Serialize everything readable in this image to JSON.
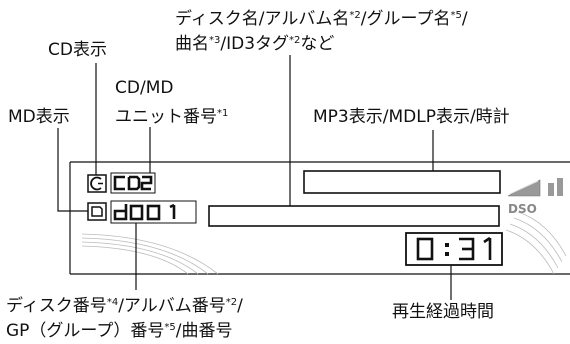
{
  "labels": {
    "disc_name_line1": "ディスク名/アルバム名",
    "disc_name_line1_sup1": "*2",
    "disc_name_line1_b": "/グループ名",
    "disc_name_line1_sup2": "*5",
    "disc_name_line1_c": "/",
    "disc_name_line2_a": "曲名",
    "disc_name_line2_sup1": "*3",
    "disc_name_line2_b": "/ID3タグ",
    "disc_name_line2_sup2": "*2",
    "disc_name_line2_c": "など",
    "cd_indicator": "CD表示",
    "cdmd_line1": "CD/MD",
    "cdmd_line2": "ユニット番号",
    "cdmd_sup": "*1",
    "md_indicator": "MD表示",
    "mp3_indicator": "MP3表示/MDLP表示/時計",
    "disc_number_line1_a": "ディスク番号",
    "disc_number_line1_sup1": "*4",
    "disc_number_line1_b": "/アルバム番号",
    "disc_number_line1_sup2": "*2",
    "disc_number_line1_c": "/",
    "disc_number_line2_a": "GP（グループ）番号",
    "disc_number_line2_sup": "*5",
    "disc_number_line2_b": "/曲番号",
    "elapsed_time": "再生経過時間"
  },
  "display": {
    "cd_icon_letter": "C",
    "md_icon_letter": "D",
    "unit_number": "CD2",
    "disc_number": "d001",
    "elapsed_time": "0:31",
    "dso": "DSO"
  }
}
